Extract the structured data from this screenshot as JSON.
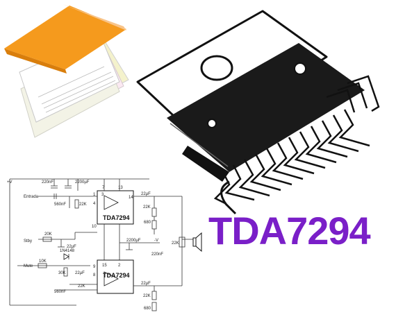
{
  "title": "TDA7294",
  "colors": {
    "title": "#7a1fc8",
    "pad_orange": "#f59a1d",
    "chip_body": "#1a1a1a"
  },
  "icons": [
    "notepad-icon",
    "ic-package-icon",
    "speaker-icon"
  ],
  "schematic": {
    "ic1_name": "TDA7294",
    "ic2_name": "TDA7294",
    "plus_v": "+V",
    "minus_v": "-V",
    "c_220nf": "220nF",
    "c_2200uf": "2200µF",
    "c_2200uf_b": "2200µF",
    "c_220nf_b": "220nF",
    "entrada": "Entrada",
    "stby": "Stby",
    "mute": "Mute",
    "r_22k_1": "22K",
    "r_22k_2": "22K",
    "r_22k_3": "22K",
    "r_22k_4": "22K",
    "r_22k_5": "22K",
    "r_680_1": "680",
    "r_680_2": "680",
    "c_560nf_1": "560nF",
    "c_560nf_2": "560nF",
    "c_22uf_1": "22µF",
    "c_22uf_2": "22µF",
    "c_22uf_3": "22µF",
    "c_22uf_4": "22µF",
    "r_20k": "20K",
    "r_10k": "10K",
    "r_30k": "30K",
    "diode": "1N4148",
    "pins_top": [
      "7",
      "13",
      "3",
      "14",
      "15",
      "2"
    ],
    "pins_left": [
      "1",
      "4",
      "10",
      "9",
      "8"
    ]
  }
}
